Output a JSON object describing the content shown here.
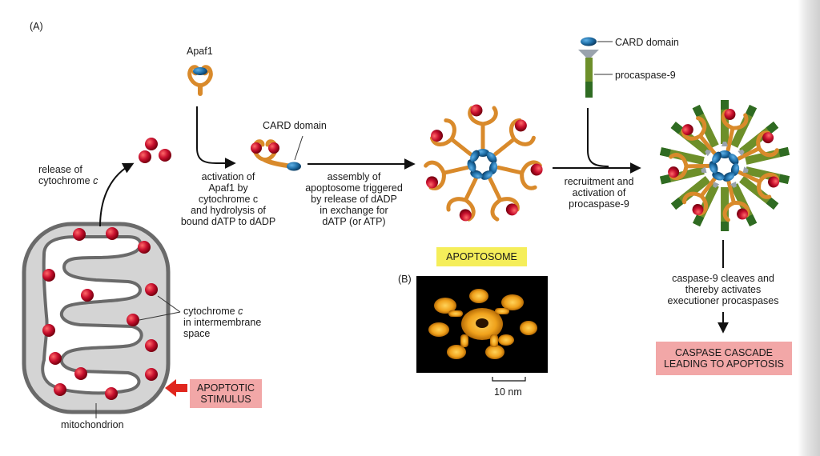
{
  "panel_a_label": "(A)",
  "panel_b_label": "(B)",
  "labels": {
    "apaf1": "Apaf1",
    "card_domain_middle": "CARD domain",
    "card_domain_top": "CARD domain",
    "procaspase9": "procaspase-9",
    "release_line1": "release of",
    "release_line2_prefix": "cytochrome ",
    "release_line2_italic": "c",
    "activation": [
      "activation of",
      "Apaf1 by",
      "cytochrome c",
      "and hydrolysis of",
      "bound dATP to dADP"
    ],
    "assembly": [
      "assembly of",
      "apoptosome triggered",
      "by release of dADP",
      "in exchange for",
      "dATP (or ATP)"
    ],
    "recruitment": [
      "recruitment and",
      "activation of",
      "procaspase-9"
    ],
    "cleaves": [
      "caspase-9 cleaves and",
      "thereby activates",
      "executioner procaspases"
    ],
    "cyto_space_line1_prefix": "cytochrome ",
    "cyto_space_line1_italic": "c",
    "cyto_space_line2": "in intermembrane",
    "cyto_space_line3": "space",
    "mitochondrion": "mitochondrion",
    "scale_bar": "10 nm"
  },
  "boxes": {
    "apoptosome": "APOPTOSOME",
    "apoptotic_stimulus": [
      "APOPTOTIC",
      "STIMULUS"
    ],
    "caspase_cascade": [
      "CASPASE CASCADE",
      "LEADING TO APOPTOSIS"
    ]
  },
  "colors": {
    "cytochrome_red": "#c8102e",
    "apaf1_orange": "#d98a2b",
    "card_blue": "#1f6fa8",
    "procaspase_green": "#6d8f2a",
    "procaspase_dark": "#2f6b22",
    "mito_fill": "#d9d9d9",
    "mito_stroke": "#6a6a6a",
    "apoptosome_box": "#f5ee5a",
    "pink_box": "#f2a7a7",
    "arrow_red": "#e0261e",
    "em_background": "#000000",
    "em_density": "#f0a21c"
  },
  "icons": [
    "arrow-icon",
    "stimulus-arrow-icon",
    "cytochrome-c-icon",
    "apaf1-icon",
    "card-domain-icon",
    "procaspase-icon"
  ]
}
